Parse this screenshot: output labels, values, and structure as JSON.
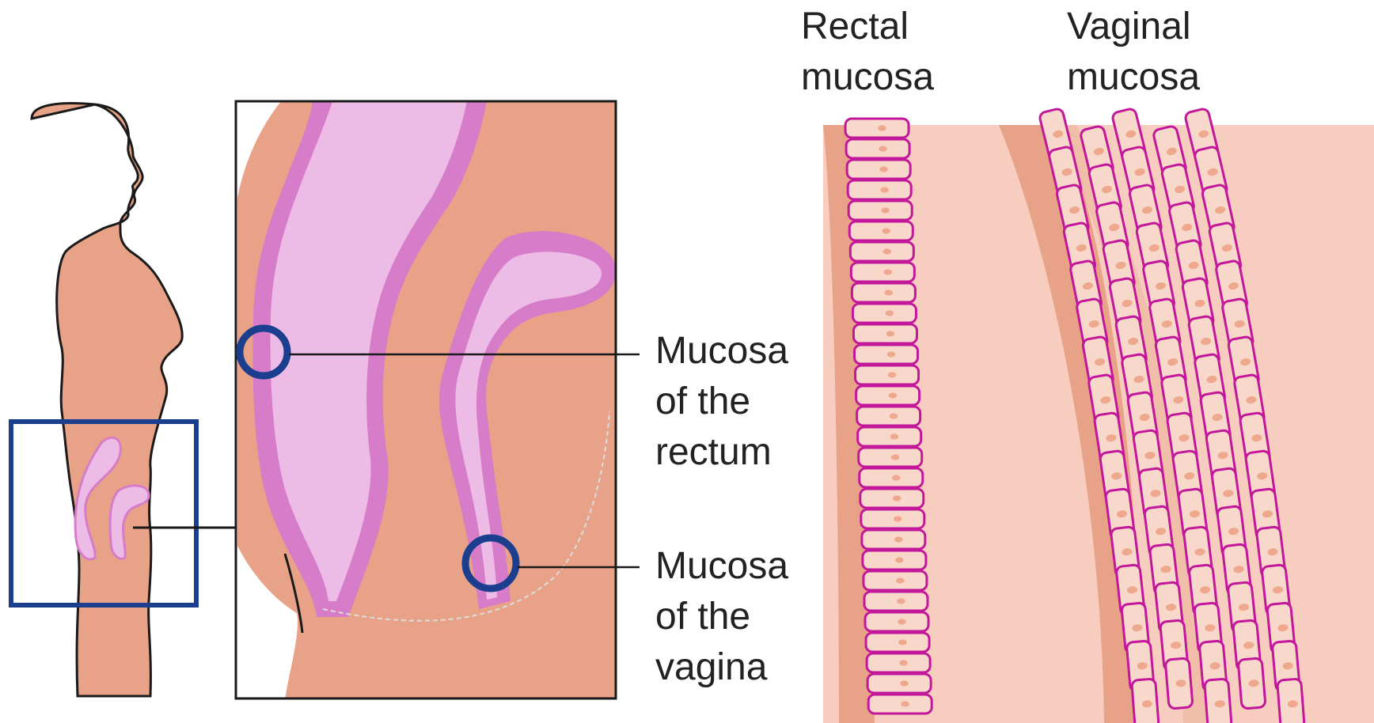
{
  "colors": {
    "skin": "#E8A287",
    "skin_light": "#F6CDBE",
    "pink_dark": "#D77CC8",
    "pink_light": "#EDBCE6",
    "outline": "#1a1a1a",
    "frame_blue": "#1B3E8F",
    "cell_border": "#C2179A",
    "cell_fill": "#F8D8CB",
    "nucleus": "#EDA88E"
  },
  "labels": {
    "rectal_mucosa": [
      "Rectal",
      "mucosa"
    ],
    "vaginal_mucosa": [
      "Vaginal",
      "mucosa"
    ],
    "mucosa_rectum": [
      "Mucosa",
      "of the",
      "rectum"
    ],
    "mucosa_vagina": [
      "Mucosa",
      "of the",
      "vagina"
    ]
  }
}
